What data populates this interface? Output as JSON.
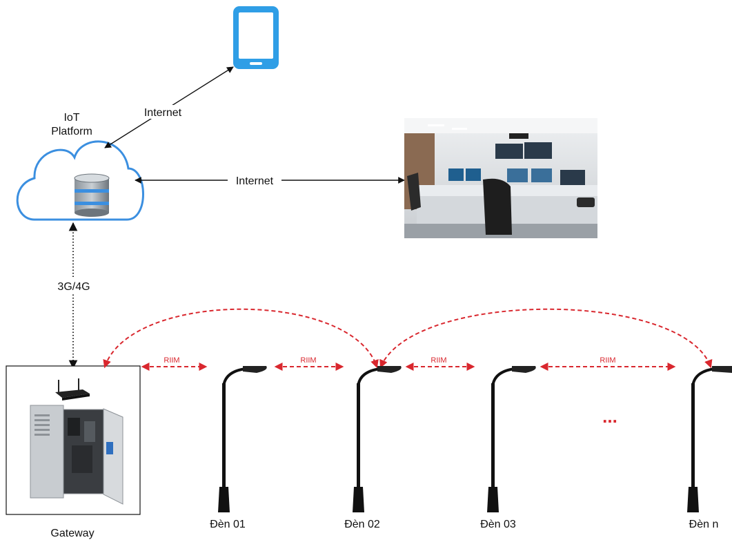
{
  "cloud": {
    "title_line1": "IoT",
    "title_line2": "Platform"
  },
  "links": {
    "phone_link": "Internet",
    "control_room_link": "Internet",
    "gateway_link": "3G/4G"
  },
  "gateway": {
    "label": "Gateway"
  },
  "riim_label": "RIIM",
  "lamps": [
    {
      "label": "Đèn 01"
    },
    {
      "label": "Đèn 02"
    },
    {
      "label": "Đèn 03"
    },
    {
      "label": "Đèn n"
    }
  ],
  "ellipsis": "...",
  "colors": {
    "phone": "#2f9ee6",
    "cloud_stroke": "#3b8fe0",
    "riim": "#d9272e",
    "line": "#111111"
  },
  "icons": [
    "smartphone-icon",
    "cloud-icon",
    "database-icon",
    "router-icon",
    "cabinet-icon",
    "street-lamp-icon",
    "control-room-image"
  ]
}
